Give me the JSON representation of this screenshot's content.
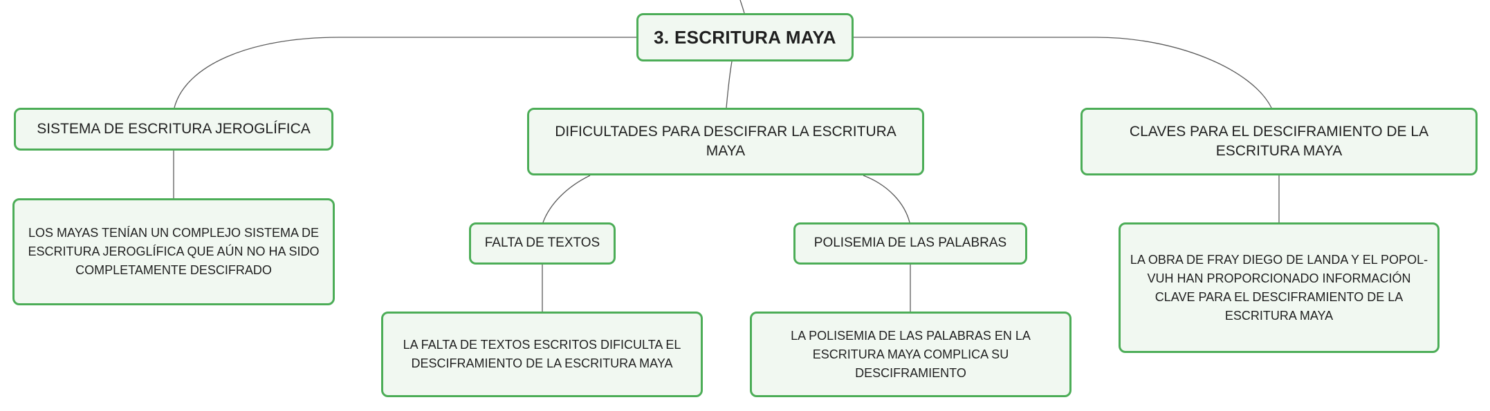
{
  "diagram": {
    "root": {
      "label": "3. ESCRITURA MAYA"
    },
    "branches": [
      {
        "label": "SISTEMA DE ESCRITURA JEROGLÍFICA",
        "detail": "LOS MAYAS TENÍAN UN COMPLEJO SISTEMA DE ESCRITURA JEROGLÍFICA QUE AÚN NO HA SIDO COMPLETAMENTE DESCIFRADO"
      },
      {
        "label": "DIFICULTADES PARA DESCIFRAR LA ESCRITURA MAYA",
        "children": [
          {
            "label": "FALTA DE TEXTOS",
            "detail": "LA FALTA DE TEXTOS ESCRITOS DIFICULTA EL DESCIFRAMIENTO DE LA ESCRITURA MAYA"
          },
          {
            "label": "POLISEMIA DE LAS PALABRAS",
            "detail": "LA POLISEMIA DE LAS PALABRAS EN LA ESCRITURA MAYA COMPLICA SU DESCIFRAMIENTO"
          }
        ]
      },
      {
        "label": "CLAVES PARA EL DESCIFRAMIENTO DE LA ESCRITURA MAYA",
        "detail": "LA OBRA DE FRAY DIEGO DE LANDA Y EL POPOL-VUH HAN PROPORCIONADO INFORMACIÓN CLAVE PARA EL DESCIFRAMIENTO DE LA ESCRITURA MAYA"
      }
    ]
  },
  "colors": {
    "node_border": "#4cad57",
    "node_fill": "#f1f8f1",
    "connector": "#5a5a5a"
  }
}
